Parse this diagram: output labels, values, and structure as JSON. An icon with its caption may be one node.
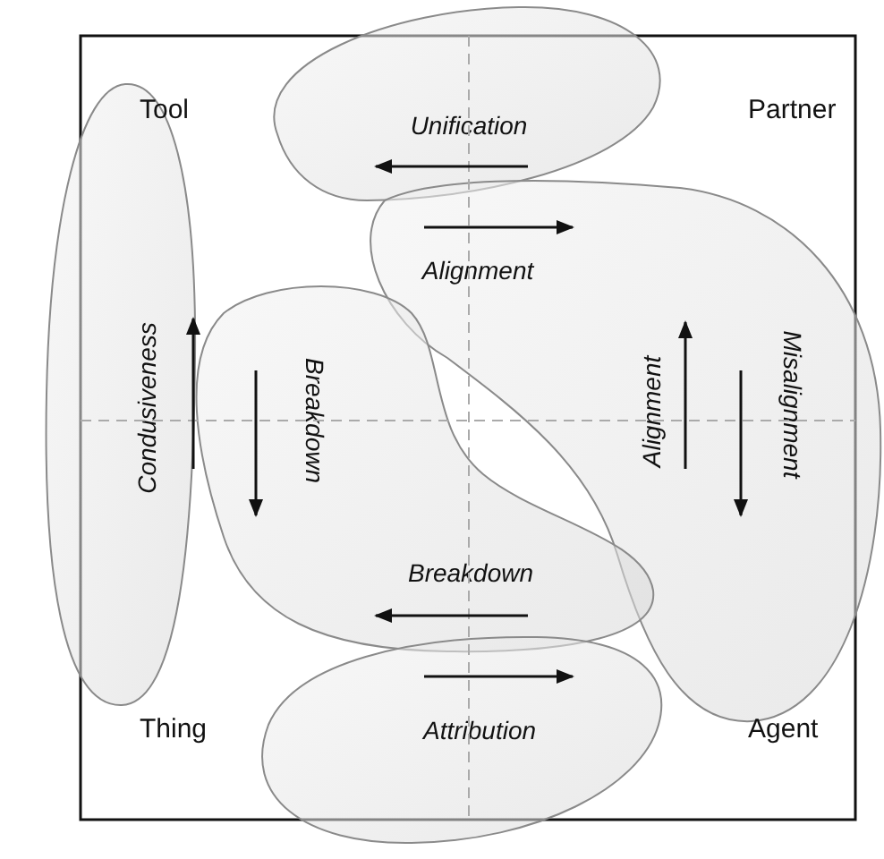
{
  "diagram": {
    "nodes": [
      {
        "text": [
          "Unification"
        ]
      },
      {
        "text": [
          "Alignment",
          "Alignment",
          "Misalignment"
        ]
      },
      {
        "text": [
          "Condusiveness"
        ]
      },
      {
        "text": [
          "Breakdown",
          "Breakdown"
        ]
      },
      {
        "text": [
          "Attribution"
        ]
      }
    ],
    "labels": [
      "Tool",
      "Partner",
      "Thing",
      "Agent"
    ]
  }
}
